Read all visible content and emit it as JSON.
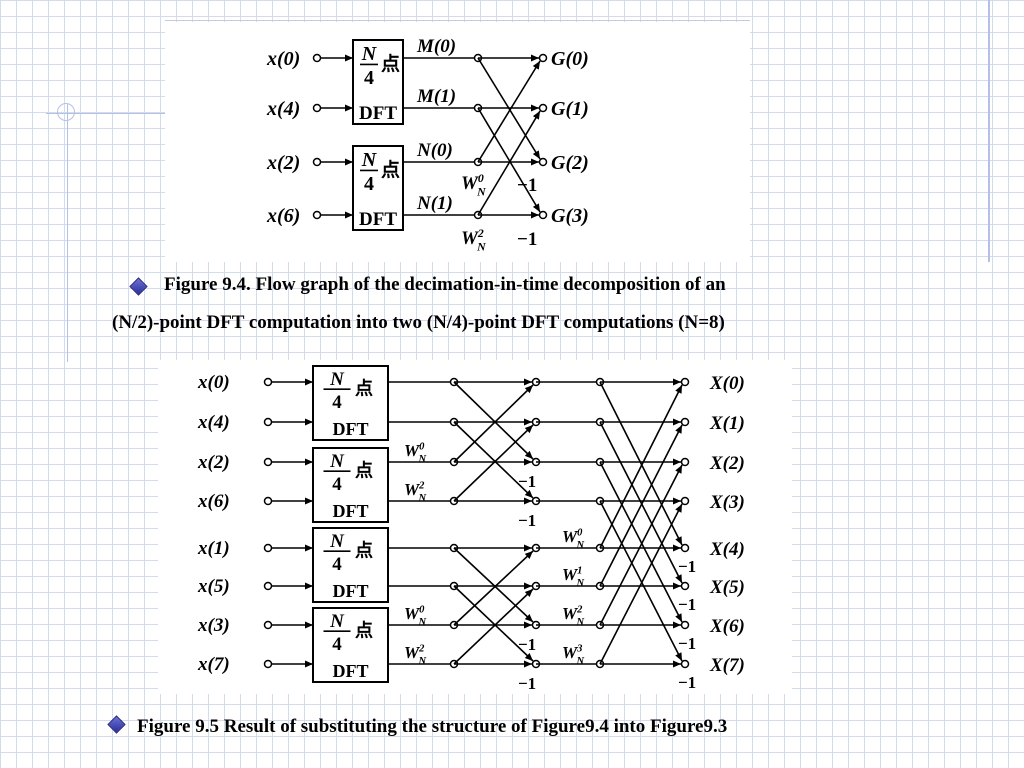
{
  "captions": {
    "fig1_line1": "Figure 9.4. Flow graph of the decimation-in-time decomposition of an",
    "fig1_line2": "(N/2)-point DFT computation into two (N/4)-point DFT computations (N=8)",
    "fig2": "Figure 9.5 Result of substituting the structure of Figure9.4 into Figure9.3"
  },
  "figure1": {
    "inputs": [
      "x(0)",
      "x(4)",
      "x(2)",
      "x(6)"
    ],
    "block_labels": {
      "numerator": "N",
      "denominator": "4",
      "suffix": "点",
      "name": "DFT"
    },
    "intermediate": [
      "M(0)",
      "M(1)",
      "N(0)",
      "N(1)"
    ],
    "outputs": [
      "G(0)",
      "G(1)",
      "G(2)",
      "G(3)"
    ],
    "twiddles": [
      "W",
      "W"
    ],
    "twiddle_sub": "N",
    "twiddle_sup": [
      "0",
      "2"
    ],
    "minus_one": [
      "−1",
      "−1"
    ]
  },
  "figure2": {
    "inputs": [
      "x(0)",
      "x(4)",
      "x(2)",
      "x(6)",
      "x(1)",
      "x(5)",
      "x(3)",
      "x(7)"
    ],
    "block_labels": {
      "numerator": "N",
      "denominator": "4",
      "suffix": "点",
      "name": "DFT"
    },
    "outputs": [
      "X(0)",
      "X(1)",
      "X(2)",
      "X(3)",
      "X(4)",
      "X(5)",
      "X(6)",
      "X(7)"
    ],
    "stage1_twiddle_sup": [
      "0",
      "2",
      "0",
      "2"
    ],
    "stage2_twiddle_sup": [
      "0",
      "1",
      "2",
      "3"
    ],
    "twiddle": "W",
    "twiddle_sub": "N",
    "minus_one": "−1"
  },
  "colors": {
    "grid": "#d4dcec",
    "accent_line": "#b4c1e6",
    "bullet": "#3b3fb0",
    "ink": "#000000"
  },
  "icons": {
    "bullet": "diamond-bullet-icon"
  }
}
